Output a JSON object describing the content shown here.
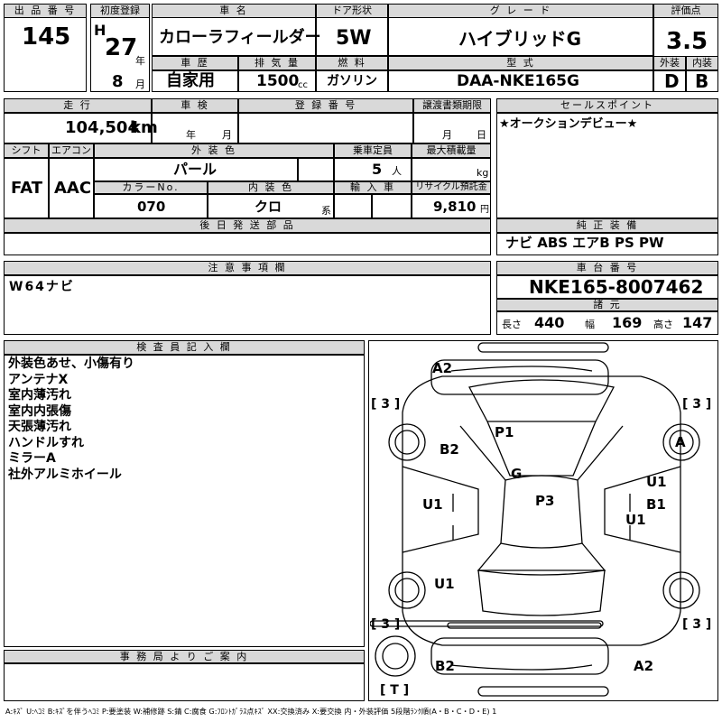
{
  "header": {
    "lot_label": "出 品 番 号",
    "lot_value": "145",
    "first_reg_label": "初度登録",
    "era_letter": "H",
    "year_value": "27",
    "year_unit": "年",
    "month_value": "8",
    "month_unit": "月",
    "car_name_label": "車 名",
    "car_name_value": "カローラフィールダー",
    "door_label": "ドア形状",
    "door_value": "5W",
    "grade_label": "グ レ ー ド",
    "grade_value": "ハイブリッドG",
    "score_label": "評価点",
    "score_value": "3.5",
    "history_label": "車 歴",
    "history_value": "自家用",
    "displacement_label": "排 気 量",
    "displacement_value": "1500",
    "displacement_unit": "cc",
    "fuel_label": "燃 料",
    "fuel_value": "ガソリン",
    "model_label": "型 式",
    "model_value": "DAA-NKE165G",
    "ext_grade_label": "外装",
    "ext_grade_value": "D",
    "int_grade_label": "内装",
    "int_grade_value": "B"
  },
  "row2": {
    "mileage_label": "走 行",
    "mileage_value": "104,504",
    "mileage_unit": "km",
    "inspection_label": "車 検",
    "inspection_year_unit": "年",
    "inspection_month_unit": "月",
    "plate_label": "登 録 番 号",
    "transfer_label": "譲渡書類期限",
    "transfer_month_unit": "月",
    "transfer_day_unit": "日",
    "sales_point_label": "セールスポイント",
    "sales_point_value": "★オークションデビュー★"
  },
  "row3": {
    "shift_label": "シフト",
    "shift_value": "FAT",
    "ac_label": "エアコン",
    "ac_value": "AAC",
    "ext_color_label": "外 装 色",
    "ext_color_value": "パール",
    "capacity_label": "乗車定員",
    "capacity_value": "5",
    "capacity_unit": "人",
    "max_load_label": "最大積載量",
    "max_load_unit": "kg",
    "color_no_label": "カラーNo.",
    "color_no_value": "070",
    "int_color_label": "内 装 色",
    "int_color_value": "クロ",
    "int_color_unit": "系",
    "import_label": "輸 入 車",
    "recycle_label": "リサイクル預託金",
    "recycle_value": "9,810",
    "recycle_unit": "円"
  },
  "later_parts": {
    "label": "後 日 発 送 部 品"
  },
  "equipment": {
    "label": "純 正 装 備",
    "value": "ナビ ABS エアB PS PW"
  },
  "notes": {
    "label": "注 意 事 項 欄",
    "value": "W64ナビ"
  },
  "chassis": {
    "label": "車 台 番 号",
    "value": "NKE165-8007462",
    "specs_label": "諸 元",
    "length_label": "長さ",
    "length_value": "440",
    "width_label": "幅",
    "width_value": "169",
    "height_label": "高さ",
    "height_value": "147"
  },
  "inspector": {
    "label": "検 査 員 記 入 欄",
    "lines": [
      "外装色あせ、小傷有り",
      "アンテナX",
      "室内薄汚れ",
      "室内内張傷",
      "天張薄汚れ",
      "ハンドルすれ",
      "ミラーA",
      "社外アルミホイール"
    ]
  },
  "diagram": {
    "marks": [
      "A2",
      "P1",
      "B2",
      "A",
      "G",
      "U1",
      "B1",
      "P3",
      "U1",
      "U1",
      "U1",
      "B2",
      "A2"
    ],
    "tire_marks": [
      "[ 3 ]",
      "[ 3 ]",
      "[ 3 ]",
      "[ 3 ]",
      "[ T ]"
    ]
  },
  "office": {
    "label": "事 務 局 よ り ご 案 内"
  },
  "legend": {
    "text": "A:ｷｽﾞ U:ﾍｺﾐ B:ｷｽﾞを伴うﾍｺﾐ P:要塗装 W:補修跡 S:錆 C:腐食 G:ﾌﾛﾝﾄｶﾞﾗｽ点ｷｽﾞ XX:交換済み X:要交換 内・外装評価 5段階ﾗﾝｸ順(A・B・C・D・E) 1"
  }
}
